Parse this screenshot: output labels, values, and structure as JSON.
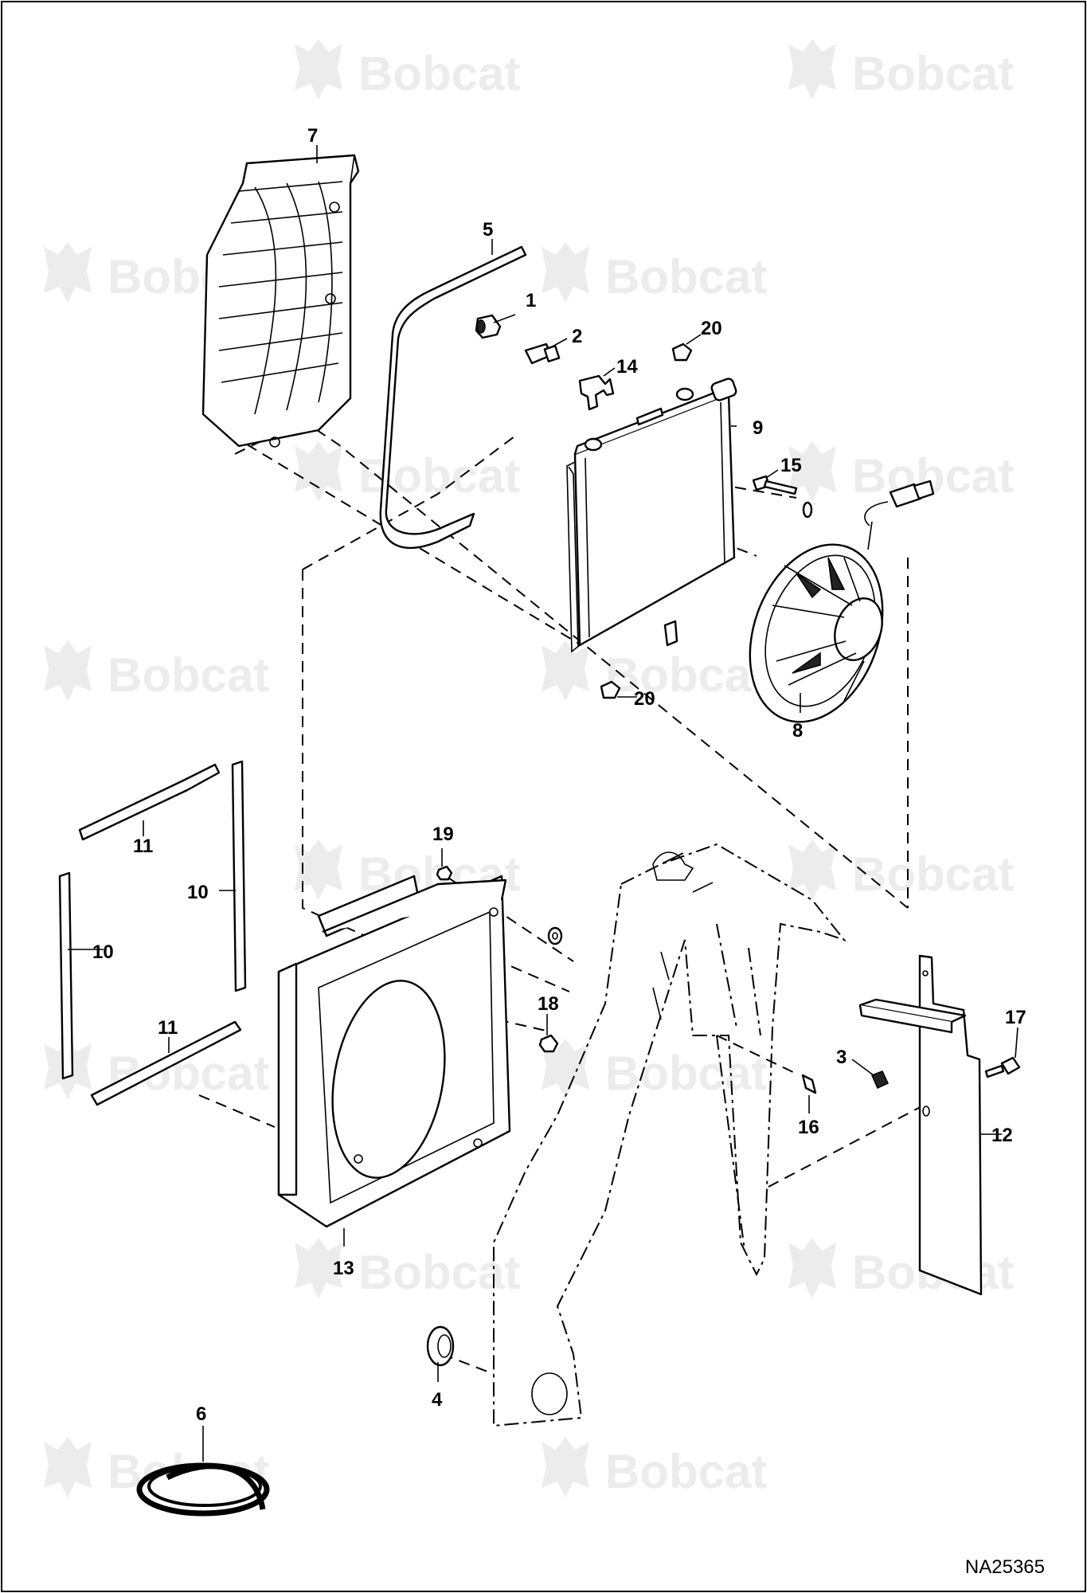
{
  "watermark": {
    "brand": "Bobcat"
  },
  "figure_id": "NA25365",
  "callouts": [
    {
      "id": "c1",
      "label": "1"
    },
    {
      "id": "c2",
      "label": "2"
    },
    {
      "id": "c3",
      "label": "3"
    },
    {
      "id": "c4",
      "label": "4"
    },
    {
      "id": "c5",
      "label": "5"
    },
    {
      "id": "c6",
      "label": "6"
    },
    {
      "id": "c7",
      "label": "7"
    },
    {
      "id": "c8",
      "label": "8"
    },
    {
      "id": "c9",
      "label": "9"
    },
    {
      "id": "c10a",
      "label": "10"
    },
    {
      "id": "c10b",
      "label": "10"
    },
    {
      "id": "c11a",
      "label": "11"
    },
    {
      "id": "c11b",
      "label": "11"
    },
    {
      "id": "c12",
      "label": "12"
    },
    {
      "id": "c13",
      "label": "13"
    },
    {
      "id": "c14",
      "label": "14"
    },
    {
      "id": "c15",
      "label": "15"
    },
    {
      "id": "c16",
      "label": "16"
    },
    {
      "id": "c17",
      "label": "17"
    },
    {
      "id": "c18",
      "label": "18"
    },
    {
      "id": "c19",
      "label": "19"
    },
    {
      "id": "c20a",
      "label": "20"
    },
    {
      "id": "c20b",
      "label": "20"
    }
  ]
}
